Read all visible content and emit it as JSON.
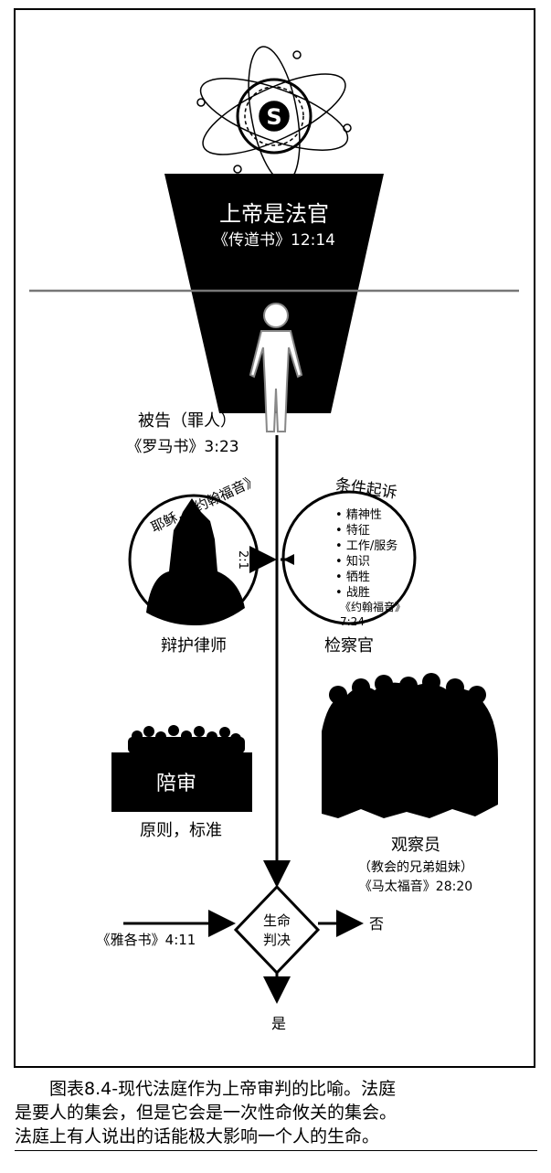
{
  "judge": {
    "title": "上帝是法官",
    "ref": "《传道书》12:14"
  },
  "defendant": {
    "label": "被告（罪人）",
    "ref": "《罗马书》3:23"
  },
  "defense": {
    "circle_text": "耶稣，《约翰福音》",
    "circle_ref": "2:1",
    "label": "辩护律师"
  },
  "prosecutor": {
    "heading": "条件起诉",
    "items": [
      "精神性",
      "特征",
      "工作/服务",
      "知识",
      "牺牲",
      "战胜"
    ],
    "ref": "《约翰福音》",
    "ref_verse": "7:24",
    "label": "检察官"
  },
  "jury": {
    "box_label": "陪审",
    "label": "原则，标准"
  },
  "observers": {
    "label": "观察员",
    "sub": "（教会的兄弟姐妹）",
    "ref": "《马太福音》28:20"
  },
  "verdict": {
    "line1": "生命",
    "line2": "判决",
    "input_ref": "《雅各书》4:11",
    "no": "否",
    "yes": "是"
  },
  "caption": {
    "line1": "　　图表8.4-现代法庭作为上帝审判的比喻。法庭",
    "line2": "是要人的集会，但是它会是一次性命攸关的集会。",
    "line3": "法庭上有人说出的话能极大影响一个人的生命。"
  }
}
